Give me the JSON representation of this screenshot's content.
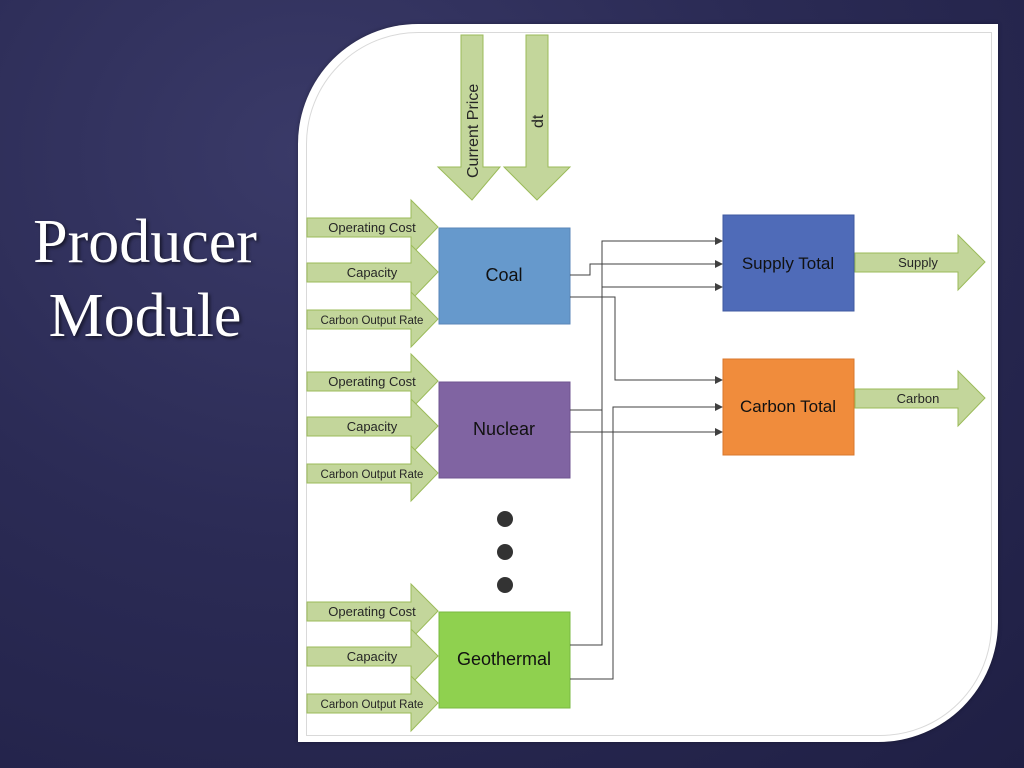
{
  "title": {
    "line1": "Producer",
    "line2": "Module"
  },
  "top_inputs": [
    "Current Price",
    "dt"
  ],
  "producers": [
    {
      "name": "Coal",
      "color": "#6699cc",
      "inputs": [
        "Operating Cost",
        "Capacity",
        "Carbon Output Rate"
      ]
    },
    {
      "name": "Nuclear",
      "color": "#8064a2",
      "inputs": [
        "Operating Cost",
        "Capacity",
        "Carbon Output Rate"
      ]
    },
    {
      "name": "Geothermal",
      "color": "#8fd14f",
      "inputs": [
        "Operating Cost",
        "Capacity",
        "Carbon Output Rate"
      ]
    }
  ],
  "totals": [
    {
      "name": "Supply Total",
      "color": "#4f6bb8",
      "output": "Supply"
    },
    {
      "name": "Carbon Total",
      "color": "#f08c3c",
      "output": "Carbon"
    }
  ],
  "colors": {
    "arrow_fill": "#c3d69b",
    "arrow_stroke": "#9bbb59",
    "line": "#404040",
    "dot": "#333333"
  }
}
